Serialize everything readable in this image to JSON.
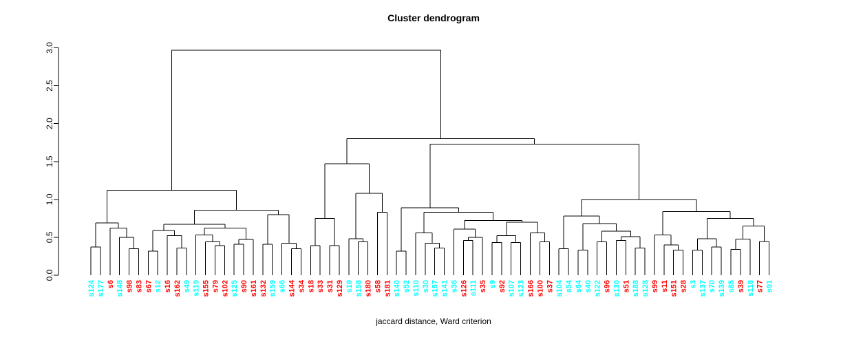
{
  "title": "Cluster dendrogram",
  "xlabel": "jaccard distance, Ward criterion",
  "colors": {
    "red": "#ff0000",
    "cyan": "#00ffff",
    "line": "#000000",
    "background": "#ffffff"
  },
  "axis": {
    "tick_labels": [
      "0.0",
      "0.5",
      "1.0",
      "1.5",
      "2.0",
      "2.5",
      "3.0"
    ],
    "tick_values": [
      0,
      0.5,
      1,
      1.5,
      2,
      2.5,
      3
    ]
  },
  "chart_data": {
    "type": "dendrogram",
    "title": "Cluster dendrogram",
    "xlabel": "jaccard distance, Ward criterion",
    "ylim": [
      0,
      3.0
    ],
    "grid": false,
    "leaves": [
      {
        "label": "s124",
        "color": "cyan"
      },
      {
        "label": "s177",
        "color": "cyan"
      },
      {
        "label": "s6",
        "color": "red"
      },
      {
        "label": "s148",
        "color": "cyan"
      },
      {
        "label": "s98",
        "color": "red"
      },
      {
        "label": "s83",
        "color": "red"
      },
      {
        "label": "s67",
        "color": "red"
      },
      {
        "label": "s12",
        "color": "cyan"
      },
      {
        "label": "s16",
        "color": "red"
      },
      {
        "label": "s162",
        "color": "red"
      },
      {
        "label": "s49",
        "color": "cyan"
      },
      {
        "label": "s119",
        "color": "cyan"
      },
      {
        "label": "s155",
        "color": "red"
      },
      {
        "label": "s79",
        "color": "red"
      },
      {
        "label": "s102",
        "color": "red"
      },
      {
        "label": "s125",
        "color": "cyan"
      },
      {
        "label": "s90",
        "color": "red"
      },
      {
        "label": "s161",
        "color": "red"
      },
      {
        "label": "s132",
        "color": "red"
      },
      {
        "label": "s159",
        "color": "cyan"
      },
      {
        "label": "s66",
        "color": "cyan"
      },
      {
        "label": "s144",
        "color": "red"
      },
      {
        "label": "s34",
        "color": "red"
      },
      {
        "label": "s18",
        "color": "red"
      },
      {
        "label": "s33",
        "color": "red"
      },
      {
        "label": "s31",
        "color": "red"
      },
      {
        "label": "s129",
        "color": "red"
      },
      {
        "label": "s19",
        "color": "cyan"
      },
      {
        "label": "s158",
        "color": "cyan"
      },
      {
        "label": "s180",
        "color": "red"
      },
      {
        "label": "s58",
        "color": "red"
      },
      {
        "label": "s181",
        "color": "red"
      },
      {
        "label": "s140",
        "color": "cyan"
      },
      {
        "label": "s52",
        "color": "cyan"
      },
      {
        "label": "s110",
        "color": "cyan"
      },
      {
        "label": "s30",
        "color": "cyan"
      },
      {
        "label": "s157",
        "color": "cyan"
      },
      {
        "label": "s141",
        "color": "cyan"
      },
      {
        "label": "s36",
        "color": "cyan"
      },
      {
        "label": "s126",
        "color": "red"
      },
      {
        "label": "s111",
        "color": "cyan"
      },
      {
        "label": "s35",
        "color": "red"
      },
      {
        "label": "s9",
        "color": "cyan"
      },
      {
        "label": "s92",
        "color": "red"
      },
      {
        "label": "s107",
        "color": "cyan"
      },
      {
        "label": "s123",
        "color": "cyan"
      },
      {
        "label": "s166",
        "color": "red"
      },
      {
        "label": "s100",
        "color": "red"
      },
      {
        "label": "s37",
        "color": "red"
      },
      {
        "label": "s104",
        "color": "cyan"
      },
      {
        "label": "s54",
        "color": "cyan"
      },
      {
        "label": "s64",
        "color": "cyan"
      },
      {
        "label": "s40",
        "color": "cyan"
      },
      {
        "label": "s122",
        "color": "cyan"
      },
      {
        "label": "s96",
        "color": "red"
      },
      {
        "label": "s130",
        "color": "cyan"
      },
      {
        "label": "s51",
        "color": "red"
      },
      {
        "label": "s188",
        "color": "cyan"
      },
      {
        "label": "s128",
        "color": "cyan"
      },
      {
        "label": "s99",
        "color": "red"
      },
      {
        "label": "s11",
        "color": "red"
      },
      {
        "label": "s151",
        "color": "red"
      },
      {
        "label": "s28",
        "color": "red"
      },
      {
        "label": "s3",
        "color": "cyan"
      },
      {
        "label": "s137",
        "color": "cyan"
      },
      {
        "label": "s70",
        "color": "cyan"
      },
      {
        "label": "s139",
        "color": "cyan"
      },
      {
        "label": "s85",
        "color": "cyan"
      },
      {
        "label": "s39",
        "color": "red"
      },
      {
        "label": "s118",
        "color": "cyan"
      },
      {
        "label": "s77",
        "color": "red"
      },
      {
        "label": "s91",
        "color": "cyan"
      }
    ],
    "tree": {
      "h": 2.97,
      "c": [
        {
          "h": 1.12,
          "c": [
            {
              "h": 0.69,
              "c": [
                {
                  "h": 0.37,
                  "c": [
                    "s124",
                    "s177"
                  ]
                },
                {
                  "h": 0.62,
                  "c": [
                    "s6",
                    {
                      "h": 0.5,
                      "c": [
                        "s148",
                        {
                          "h": 0.35,
                          "c": [
                            "s98",
                            "s83"
                          ]
                        }
                      ]
                    }
                  ]
                }
              ]
            },
            {
              "h": 0.86,
              "c": [
                {
                  "h": 0.67,
                  "c": [
                    {
                      "h": 0.59,
                      "c": [
                        {
                          "h": 0.32,
                          "c": [
                            "s67",
                            "s12"
                          ]
                        },
                        {
                          "h": 0.52,
                          "c": [
                            "s16",
                            {
                              "h": 0.36,
                              "c": [
                                "s162",
                                "s49"
                              ]
                            }
                          ]
                        }
                      ]
                    },
                    {
                      "h": 0.62,
                      "c": [
                        {
                          "h": 0.53,
                          "c": [
                            "s119",
                            {
                              "h": 0.44,
                              "c": [
                                "s155",
                                {
                                  "h": 0.39,
                                  "c": [
                                    "s79",
                                    "s102"
                                  ]
                                }
                              ]
                            }
                          ]
                        },
                        {
                          "h": 0.47,
                          "c": [
                            {
                              "h": 0.41,
                              "c": [
                                "s125",
                                "s90"
                              ]
                            },
                            "s161"
                          ]
                        }
                      ]
                    }
                  ]
                },
                {
                  "h": 0.8,
                  "c": [
                    {
                      "h": 0.41,
                      "c": [
                        "s132",
                        "s159"
                      ]
                    },
                    {
                      "h": 0.42,
                      "c": [
                        "s66",
                        {
                          "h": 0.35,
                          "c": [
                            "s144",
                            "s34"
                          ]
                        }
                      ]
                    }
                  ]
                }
              ]
            }
          ]
        },
        {
          "h": 1.8,
          "c": [
            {
              "h": 1.47,
              "c": [
                {
                  "h": 0.75,
                  "c": [
                    {
                      "h": 0.39,
                      "c": [
                        "s18",
                        "s33"
                      ]
                    },
                    {
                      "h": 0.39,
                      "c": [
                        "s31",
                        "s129"
                      ]
                    }
                  ]
                },
                {
                  "h": 1.08,
                  "c": [
                    {
                      "h": 0.48,
                      "c": [
                        "s19",
                        {
                          "h": 0.44,
                          "c": [
                            "s158",
                            "s180"
                          ]
                        }
                      ]
                    },
                    {
                      "h": 0.83,
                      "c": [
                        "s58",
                        "s181"
                      ]
                    }
                  ]
                }
              ]
            },
            {
              "h": 1.73,
              "c": [
                {
                  "h": 0.89,
                  "c": [
                    {
                      "h": 0.32,
                      "c": [
                        "s140",
                        "s52"
                      ]
                    },
                    {
                      "h": 0.83,
                      "c": [
                        {
                          "h": 0.56,
                          "c": [
                            "s110",
                            {
                              "h": 0.42,
                              "c": [
                                "s30",
                                {
                                  "h": 0.36,
                                  "c": [
                                    "s157",
                                    "s141"
                                  ]
                                }
                              ]
                            }
                          ]
                        },
                        {
                          "h": 0.72,
                          "c": [
                            {
                              "h": 0.61,
                              "c": [
                                "s36",
                                {
                                  "h": 0.5,
                                  "c": [
                                    {
                                      "h": 0.46,
                                      "c": [
                                        "s126",
                                        "s111"
                                      ]
                                    },
                                    "s35"
                                  ]
                                }
                              ]
                            },
                            {
                              "h": 0.7,
                              "c": [
                                {
                                  "h": 0.52,
                                  "c": [
                                    {
                                      "h": 0.43,
                                      "c": [
                                        "s9",
                                        "s92"
                                      ]
                                    },
                                    {
                                      "h": 0.43,
                                      "c": [
                                        "s107",
                                        "s123"
                                      ]
                                    }
                                  ]
                                },
                                {
                                  "h": 0.56,
                                  "c": [
                                    "s166",
                                    {
                                      "h": 0.44,
                                      "c": [
                                        "s100",
                                        "s37"
                                      ]
                                    }
                                  ]
                                }
                              ]
                            }
                          ]
                        }
                      ]
                    }
                  ]
                },
                {
                  "h": 1.0,
                  "c": [
                    {
                      "h": 0.78,
                      "c": [
                        {
                          "h": 0.35,
                          "c": [
                            "s104",
                            "s54"
                          ]
                        },
                        {
                          "h": 0.68,
                          "c": [
                            {
                              "h": 0.33,
                              "c": [
                                "s64",
                                "s40"
                              ]
                            },
                            {
                              "h": 0.58,
                              "c": [
                                {
                                  "h": 0.44,
                                  "c": [
                                    "s122",
                                    "s96"
                                  ]
                                },
                                {
                                  "h": 0.51,
                                  "c": [
                                    {
                                      "h": 0.46,
                                      "c": [
                                        "s130",
                                        "s51"
                                      ]
                                    },
                                    {
                                      "h": 0.36,
                                      "c": [
                                        "s188",
                                        "s128"
                                      ]
                                    }
                                  ]
                                }
                              ]
                            }
                          ]
                        }
                      ]
                    },
                    {
                      "h": 0.84,
                      "c": [
                        {
                          "h": 0.53,
                          "c": [
                            "s99",
                            {
                              "h": 0.4,
                              "c": [
                                "s11",
                                {
                                  "h": 0.33,
                                  "c": [
                                    "s151",
                                    "s28"
                                  ]
                                }
                              ]
                            }
                          ]
                        },
                        {
                          "h": 0.75,
                          "c": [
                            {
                              "h": 0.48,
                              "c": [
                                {
                                  "h": 0.33,
                                  "c": [
                                    "s3",
                                    "s137"
                                  ]
                                },
                                {
                                  "h": 0.37,
                                  "c": [
                                    "s70",
                                    "s139"
                                  ]
                                }
                              ]
                            },
                            {
                              "h": 0.65,
                              "c": [
                                {
                                  "h": 0.475,
                                  "c": [
                                    {
                                      "h": 0.34,
                                      "c": [
                                        "s85",
                                        "s39"
                                      ]
                                    },
                                    "s118"
                                  ]
                                },
                                {
                                  "h": 0.445,
                                  "c": [
                                    "s77",
                                    "s91"
                                  ]
                                }
                              ]
                            }
                          ]
                        }
                      ]
                    }
                  ]
                }
              ]
            }
          ]
        }
      ]
    }
  }
}
